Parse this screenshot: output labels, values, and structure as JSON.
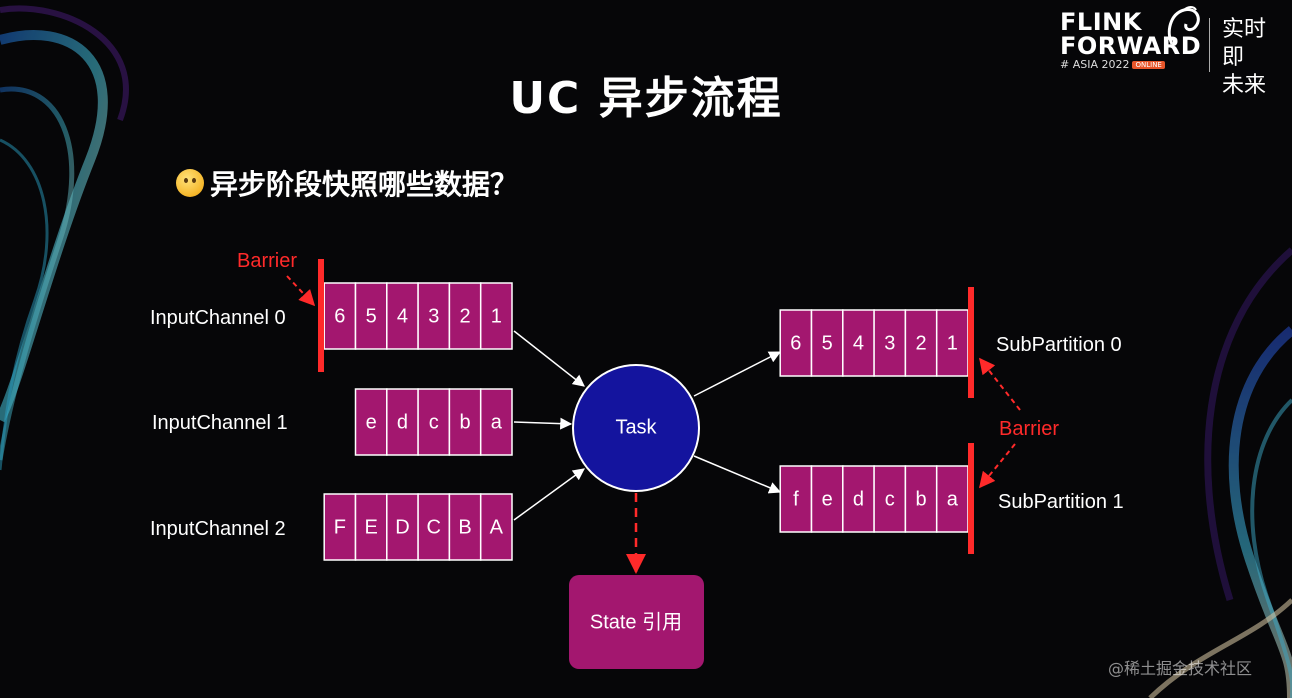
{
  "slide": {
    "title": "UC 异步流程",
    "question": "异步阶段快照哪些数据？",
    "question_icon": "thinking-face-emoji"
  },
  "logo": {
    "line1": "FLINK",
    "line2": "FORWARD",
    "line3": "# ASIA 2022",
    "badge": "ONLINE",
    "cn_line1": "实时即",
    "cn_line2": "未来"
  },
  "watermark": "@稀土掘金技术社区",
  "diagram": {
    "inputs": [
      {
        "label": "InputChannel 0",
        "cells": [
          "6",
          "5",
          "4",
          "3",
          "2",
          "1"
        ],
        "barrier": true
      },
      {
        "label": "InputChannel 1",
        "cells": [
          "e",
          "d",
          "c",
          "b",
          "a"
        ],
        "barrier": false
      },
      {
        "label": "InputChannel 2",
        "cells": [
          "F",
          "E",
          "D",
          "C",
          "B",
          "A"
        ],
        "barrier": false
      }
    ],
    "outputs": [
      {
        "label": "SubPartition 0",
        "cells": [
          "6",
          "5",
          "4",
          "3",
          "2",
          "1"
        ]
      },
      {
        "label": "SubPartition 1",
        "cells": [
          "f",
          "e",
          "d",
          "c",
          "b",
          "a"
        ]
      }
    ],
    "input_barrier_label": "Barrier",
    "output_barrier_label": "Barrier",
    "task_label": "Task",
    "state_label": "State 引用",
    "colors": {
      "cell_fill": "#a3176f",
      "task_fill": "#14149e",
      "state_fill": "#a3176f",
      "barrier": "#ff2a2a"
    }
  }
}
